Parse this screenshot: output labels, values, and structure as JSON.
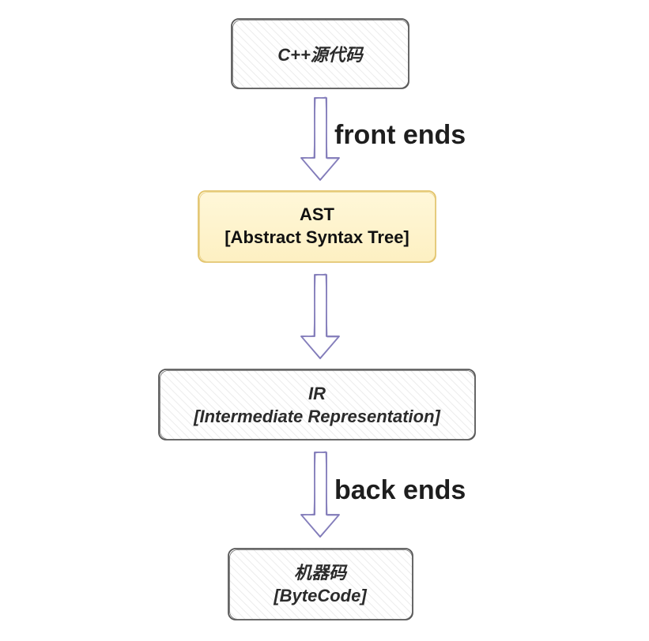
{
  "nodes": {
    "source": {
      "line1": "C++源代码"
    },
    "ast": {
      "line1": "AST",
      "line2": "[Abstract Syntax Tree]"
    },
    "ir": {
      "line1": "IR",
      "line2": "[Intermediate Representation]"
    },
    "machine": {
      "line1": "机器码",
      "line2": "[ByteCode]"
    }
  },
  "edges": {
    "front": {
      "label": "front ends"
    },
    "middle": {
      "label": ""
    },
    "back": {
      "label": "back ends"
    }
  },
  "colors": {
    "box_stroke": "#555555",
    "box_hatch": "#e6e6e6",
    "ast_fill": "#fff2c6",
    "ast_stroke": "#e2c36a",
    "arrow_stroke": "#7b74b4",
    "arrow_fill": "#ffffff"
  }
}
